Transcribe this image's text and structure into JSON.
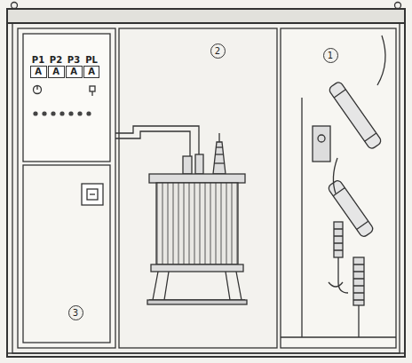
{
  "diagram": {
    "nodes": [
      {
        "text": [
          "P1",
          "A"
        ]
      },
      {
        "text": [
          "P2",
          "A"
        ]
      },
      {
        "text": [
          "P3",
          "A"
        ]
      },
      {
        "text": [
          "PL",
          "A"
        ]
      },
      {
        "text": [
          "2"
        ]
      },
      {
        "text": [
          "1"
        ]
      },
      {
        "text": [
          "3"
        ]
      }
    ]
  }
}
